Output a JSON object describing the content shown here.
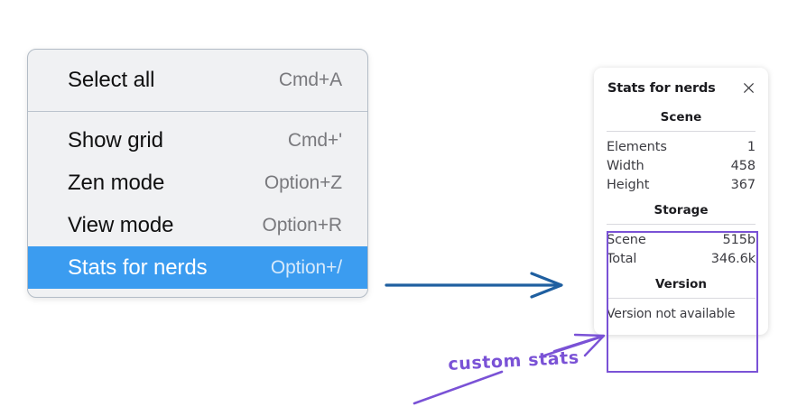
{
  "colors": {
    "menu_background": "#f0f1f3",
    "menu_border": "#b3bcc6",
    "menu_selected": "#3b9cf0",
    "annotation_purple": "#7a52d6",
    "arrow_blue": "#1f5fa0",
    "panel_background": "#ffffff",
    "text_primary": "#101010",
    "text_muted": "#79797d"
  },
  "context_menu": {
    "name": "context-menu",
    "groups": [
      {
        "items": [
          {
            "label": "Select all",
            "shortcut": "Cmd+A",
            "selected": false,
            "name": "select-all"
          }
        ]
      },
      {
        "items": [
          {
            "label": "Show grid",
            "shortcut": "Cmd+'",
            "selected": false,
            "name": "show-grid"
          },
          {
            "label": "Zen mode",
            "shortcut": "Option+Z",
            "selected": false,
            "name": "zen-mode"
          },
          {
            "label": "View mode",
            "shortcut": "Option+R",
            "selected": false,
            "name": "view-mode"
          },
          {
            "label": "Stats for nerds",
            "shortcut": "Option+/",
            "selected": true,
            "name": "stats-for-nerds"
          }
        ]
      }
    ]
  },
  "stats_panel": {
    "title": "Stats for nerds",
    "close_icon": "close-icon",
    "sections": [
      {
        "title": "Scene",
        "name": "scene",
        "rows": [
          {
            "key": "Elements",
            "value": "1"
          },
          {
            "key": "Width",
            "value": "458"
          },
          {
            "key": "Height",
            "value": "367"
          }
        ]
      },
      {
        "title": "Storage",
        "name": "storage",
        "rows": [
          {
            "key": "Scene",
            "value": "515b"
          },
          {
            "key": "Total",
            "value": "346.6k"
          }
        ]
      },
      {
        "title": "Version",
        "name": "version",
        "note": "Version not available"
      }
    ]
  },
  "annotations": {
    "label": "custom stats",
    "blue_arrow": "arrow-menu-to-panel",
    "purple_arrow": "arrow-label-to-custom-stats",
    "purple_underline": "annotation-underline"
  }
}
